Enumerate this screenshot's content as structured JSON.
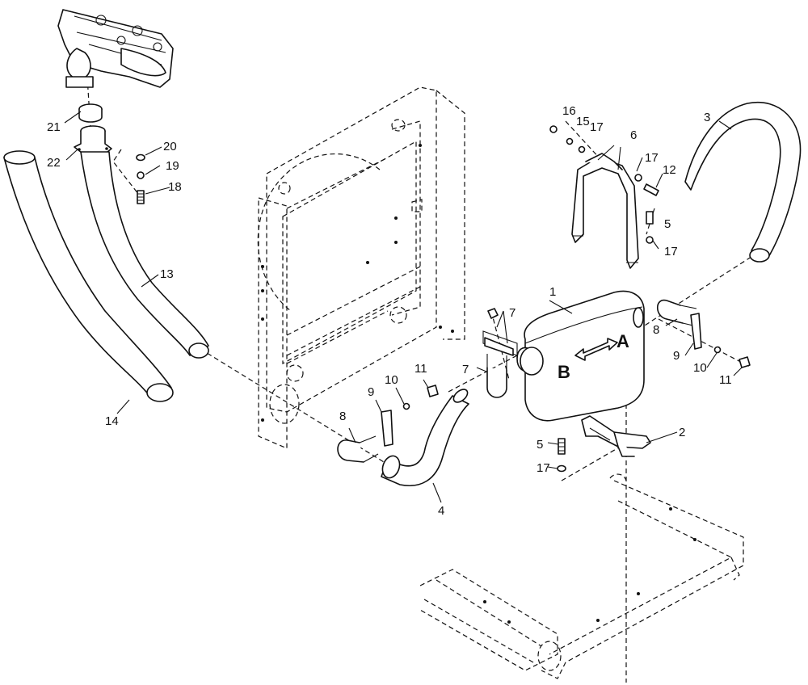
{
  "callouts": {
    "c1": "1",
    "c2": "2",
    "c3": "3",
    "c4": "4",
    "c5a": "5",
    "c5b": "5",
    "c6": "6",
    "c7a": "7",
    "c7b": "7",
    "c8a": "8",
    "c8b": "8",
    "c9a": "9",
    "c9b": "9",
    "c10a": "10",
    "c10b": "10",
    "c11a": "11",
    "c11b": "11",
    "c12": "12",
    "c13": "13",
    "c14": "14",
    "c15": "15",
    "c16": "16",
    "c17a": "17",
    "c17b": "17",
    "c17c": "17",
    "c17d": "17",
    "c18": "18",
    "c19": "19",
    "c20": "20",
    "c21": "21",
    "c22": "22"
  },
  "muffler_marks": {
    "a": "A",
    "b": "B"
  },
  "colors": {
    "line": "#111111",
    "background": "#ffffff"
  }
}
